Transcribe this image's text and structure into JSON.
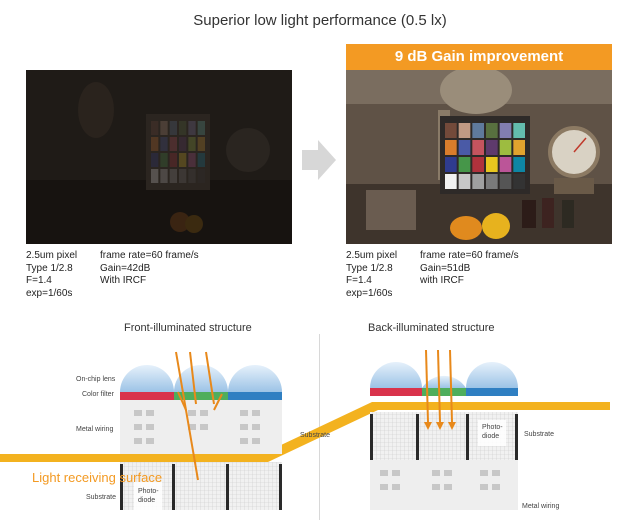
{
  "title": "Superior low light performance (0.5 lx)",
  "banner": "9 dB Gain improvement",
  "specs": {
    "left": {
      "col1": [
        "2.5um pixel",
        "Type 1/2.8",
        "F=1.4",
        "exp=1/60s"
      ],
      "col2": [
        "frame rate=60 frame/s",
        "Gain=42dB",
        "With IRCF"
      ]
    },
    "right": {
      "col1": [
        "2.5um pixel",
        "Type 1/2.8",
        "F=1.4",
        "exp=1/60s"
      ],
      "col2": [
        "frame rate=60 frame/s",
        "Gain=51dB",
        "with IRCF"
      ]
    }
  },
  "diagrams": {
    "front_title": "Front-illuminated structure",
    "back_title": "Back-illuminated structure",
    "labels": {
      "on_chip_lens": "On-chip lens",
      "color_filter": "Color filter",
      "metal_wiring": "Metal wiring",
      "substrate": "Substrate",
      "photodiode": "Photo-\ndiode",
      "light_receiving_surface": "Light receiving surface"
    }
  },
  "colors": {
    "accent": "#f39a23",
    "lens": "#bcd7ee",
    "filter_red": "#d9334c",
    "filter_green": "#4fae5c",
    "filter_blue": "#2f7fc2"
  }
}
